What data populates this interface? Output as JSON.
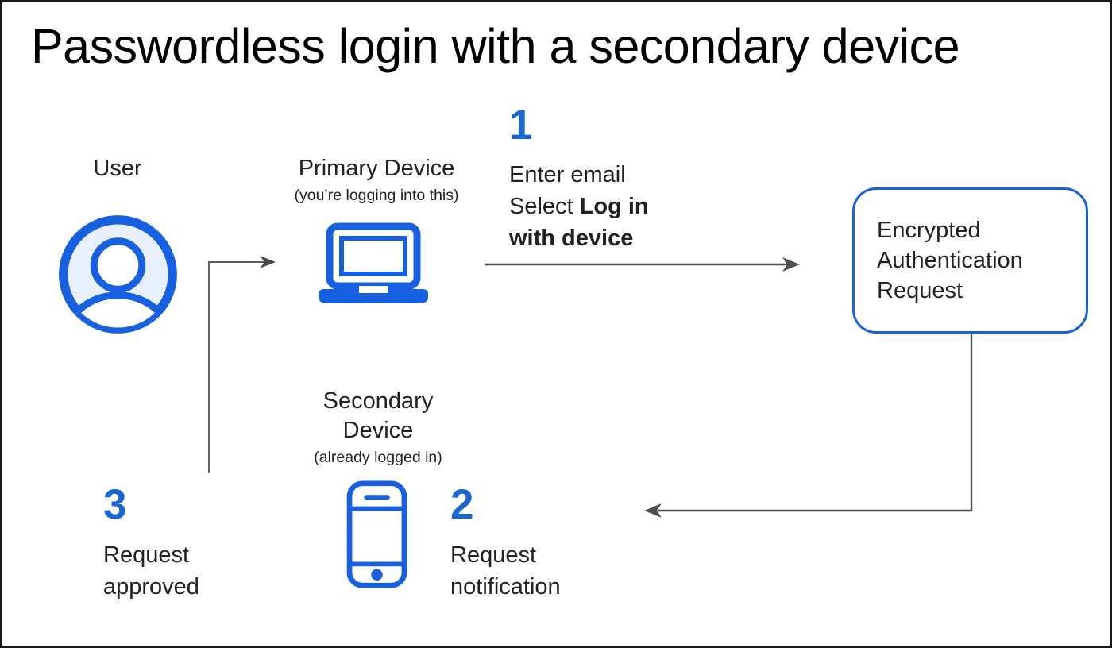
{
  "title": "Passwordless login with a secondary device",
  "colors": {
    "icon_blue": "#1760e0",
    "number_blue": "#1967d2",
    "light_blue_fill": "#e8f0fe",
    "connector_gray": "#4d5156",
    "text_dark": "#202124"
  },
  "nodes": {
    "user": {
      "label": "User"
    },
    "primary_device": {
      "label": "Primary Device",
      "note": "(you’re logging into this)"
    },
    "secondary_device": {
      "label_line1": "Secondary",
      "label_line2": "Device",
      "note": "(already logged in)"
    },
    "auth_request": {
      "line1": "Encrypted",
      "line2": "Authentication",
      "line3": "Request"
    }
  },
  "steps": {
    "step1": {
      "number": "1",
      "line1": "Enter email",
      "line2_regular": "Select ",
      "line2_bold": "Log in",
      "line3_bold": "with device"
    },
    "step2": {
      "number": "2",
      "line1": "Request",
      "line2": "notification"
    },
    "step3": {
      "number": "3",
      "line1": "Request",
      "line2": "approved"
    }
  }
}
